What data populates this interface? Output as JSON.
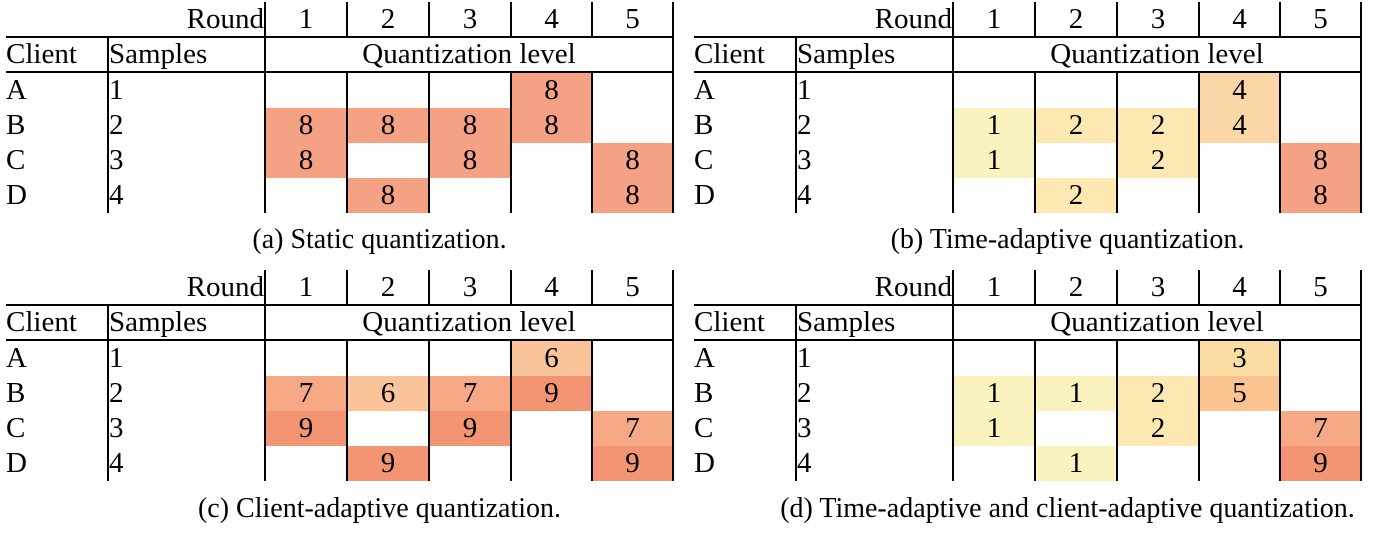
{
  "value_colors": {
    "1": "#FBF3BF",
    "2": "#FCE8B0",
    "3": "#FBDCA3",
    "4": "#FBD6A7",
    "5": "#FAC38F",
    "6": "#FAC49B",
    "7": "#F7A884",
    "8": "#F5A183",
    "9": "#F39472"
  },
  "tables": [
    {
      "id": "a",
      "caption": "(a) Static quantization.",
      "round_label": "Round",
      "rounds": [
        "1",
        "2",
        "3",
        "4",
        "5"
      ],
      "client_label": "Client",
      "samples_label": "Samples",
      "quantization_label": "Quantization level",
      "rows": [
        {
          "client": "A",
          "samples": "1",
          "levels": [
            null,
            null,
            null,
            "8",
            null
          ]
        },
        {
          "client": "B",
          "samples": "2",
          "levels": [
            "8",
            "8",
            "8",
            "8",
            null
          ]
        },
        {
          "client": "C",
          "samples": "3",
          "levels": [
            "8",
            null,
            "8",
            null,
            "8"
          ]
        },
        {
          "client": "D",
          "samples": "4",
          "levels": [
            null,
            "8",
            null,
            null,
            "8"
          ]
        }
      ]
    },
    {
      "id": "b",
      "caption": "(b) Time-adaptive quantization.",
      "round_label": "Round",
      "rounds": [
        "1",
        "2",
        "3",
        "4",
        "5"
      ],
      "client_label": "Client",
      "samples_label": "Samples",
      "quantization_label": "Quantization level",
      "rows": [
        {
          "client": "A",
          "samples": "1",
          "levels": [
            null,
            null,
            null,
            "4",
            null
          ]
        },
        {
          "client": "B",
          "samples": "2",
          "levels": [
            "1",
            "2",
            "2",
            "4",
            null
          ]
        },
        {
          "client": "C",
          "samples": "3",
          "levels": [
            "1",
            null,
            "2",
            null,
            "8"
          ]
        },
        {
          "client": "D",
          "samples": "4",
          "levels": [
            null,
            "2",
            null,
            null,
            "8"
          ]
        }
      ]
    },
    {
      "id": "c",
      "caption": "(c) Client-adaptive quantization.",
      "round_label": "Round",
      "rounds": [
        "1",
        "2",
        "3",
        "4",
        "5"
      ],
      "client_label": "Client",
      "samples_label": "Samples",
      "quantization_label": "Quantization level",
      "rows": [
        {
          "client": "A",
          "samples": "1",
          "levels": [
            null,
            null,
            null,
            "6",
            null
          ]
        },
        {
          "client": "B",
          "samples": "2",
          "levels": [
            "7",
            "6",
            "7",
            "9",
            null
          ]
        },
        {
          "client": "C",
          "samples": "3",
          "levels": [
            "9",
            null,
            "9",
            null,
            "7"
          ]
        },
        {
          "client": "D",
          "samples": "4",
          "levels": [
            null,
            "9",
            null,
            null,
            "9"
          ]
        }
      ]
    },
    {
      "id": "d",
      "caption": "(d) Time-adaptive and client-adaptive quantization.",
      "round_label": "Round",
      "rounds": [
        "1",
        "2",
        "3",
        "4",
        "5"
      ],
      "client_label": "Client",
      "samples_label": "Samples",
      "quantization_label": "Quantization level",
      "rows": [
        {
          "client": "A",
          "samples": "1",
          "levels": [
            null,
            null,
            null,
            "3",
            null
          ]
        },
        {
          "client": "B",
          "samples": "2",
          "levels": [
            "1",
            "1",
            "2",
            "5",
            null
          ]
        },
        {
          "client": "C",
          "samples": "3",
          "levels": [
            "1",
            null,
            "2",
            null,
            "7"
          ]
        },
        {
          "client": "D",
          "samples": "4",
          "levels": [
            null,
            "1",
            null,
            null,
            "9"
          ]
        }
      ]
    }
  ]
}
